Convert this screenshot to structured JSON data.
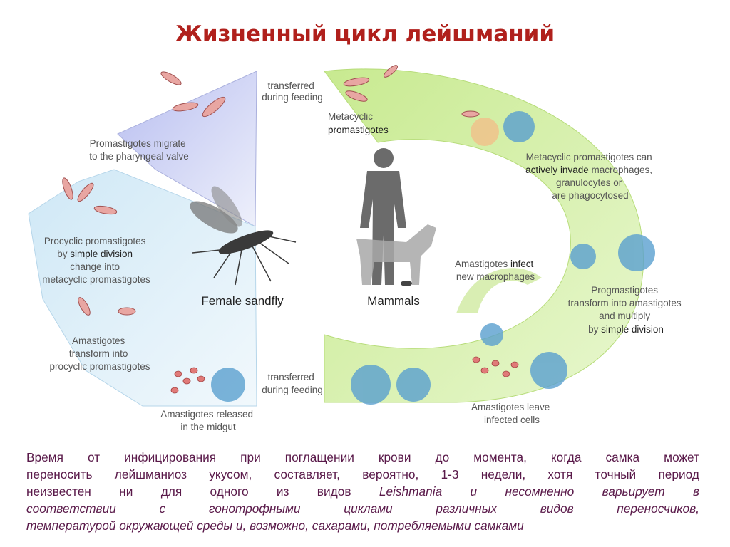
{
  "title": "Жизненный цикл лейшманий",
  "diagram": {
    "host_sandfly": "Female sandfly",
    "host_mammals": "Mammals",
    "sandfly_labels": {
      "transferred_top": [
        "transferred",
        "during feeding"
      ],
      "migrate": [
        "Promastigotes migrate",
        "to the pharyngeal valve"
      ],
      "procyclic": [
        "Procyclic promastigotes",
        "by ",
        "simple division",
        "change into",
        "metacyclic promastigotes"
      ],
      "amastigotes_transform": [
        "Amastigotes",
        "transform into",
        "procyclic promastigotes"
      ],
      "released": [
        "Amastigotes released",
        "in the midgut"
      ]
    },
    "mammal_labels": {
      "metacyclic": [
        "Metacyclic",
        "promastigotes"
      ],
      "invade": [
        "Metacyclic promastigotes can",
        "actively invade",
        " macrophages,",
        "granulocytes or",
        "are phagocytosed"
      ],
      "infect": [
        "Amastigotes ",
        "infect",
        "new macrophages"
      ],
      "transform": [
        "Progmastigotes",
        "transform into amastigotes",
        "and multiply",
        "by ",
        "simple division"
      ],
      "transferred_bottom": [
        "transferred",
        "during feeding"
      ],
      "leave": [
        "Amastigotes leave",
        "infected cells"
      ]
    }
  },
  "caption": {
    "line1": "Время от инфицирования при поглащении крови до момента, когда самка может",
    "line2": "переносить лейшманиоз укусом, составляет, вероятно, 1-3 недели, хотя точный период",
    "line3a": "неизвестен  ни для одного из видов ",
    "line3b": "Leishmania",
    "line3c": " и несомненно варьирует в",
    "line4": "соответствии с гонотрофными циклами различных видов переносчиков,",
    "line5": "температурой окружающей среды и, возможно, сахарами, потребляемыми самками"
  },
  "colors": {
    "title": "#b0201c",
    "caption": "#5a1a4a",
    "sandfly_wedge_top": "#c9cdf0",
    "sandfly_wedge_bottom": "#dceef8",
    "mammal_ring": "#d6f0a8"
  }
}
